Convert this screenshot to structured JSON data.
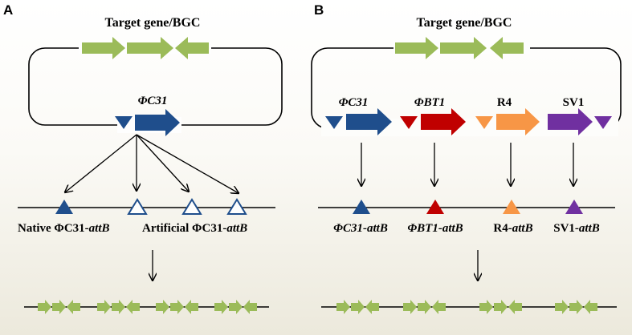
{
  "colors": {
    "green": "#9bbb59",
    "blue": "#1f4e8c",
    "red": "#c00000",
    "orange": "#f79646",
    "purple": "#7030a0",
    "line": "#000000"
  },
  "panel_a": {
    "letter": "A",
    "target_label": "Target  gene/BGC",
    "phage_label": "ΦC31",
    "native_label": "Native ΦC31-",
    "native_italic": "attB",
    "artificial_label": "Artificial ΦC31-",
    "artificial_italic": "attB"
  },
  "panel_b": {
    "letter": "B",
    "target_label": "Target  gene/BGC",
    "phage_labels": [
      "ΦC31",
      "ΦBT1",
      "R4",
      "SV1"
    ],
    "site_labels": [
      {
        "prefix": "ΦC31-",
        "italic": "attB"
      },
      {
        "prefix": "ΦBT1-",
        "italic": "attB"
      },
      {
        "prefix": "R4-",
        "italic": "attB"
      },
      {
        "prefix": "SV1-",
        "italic": "attB"
      }
    ]
  }
}
